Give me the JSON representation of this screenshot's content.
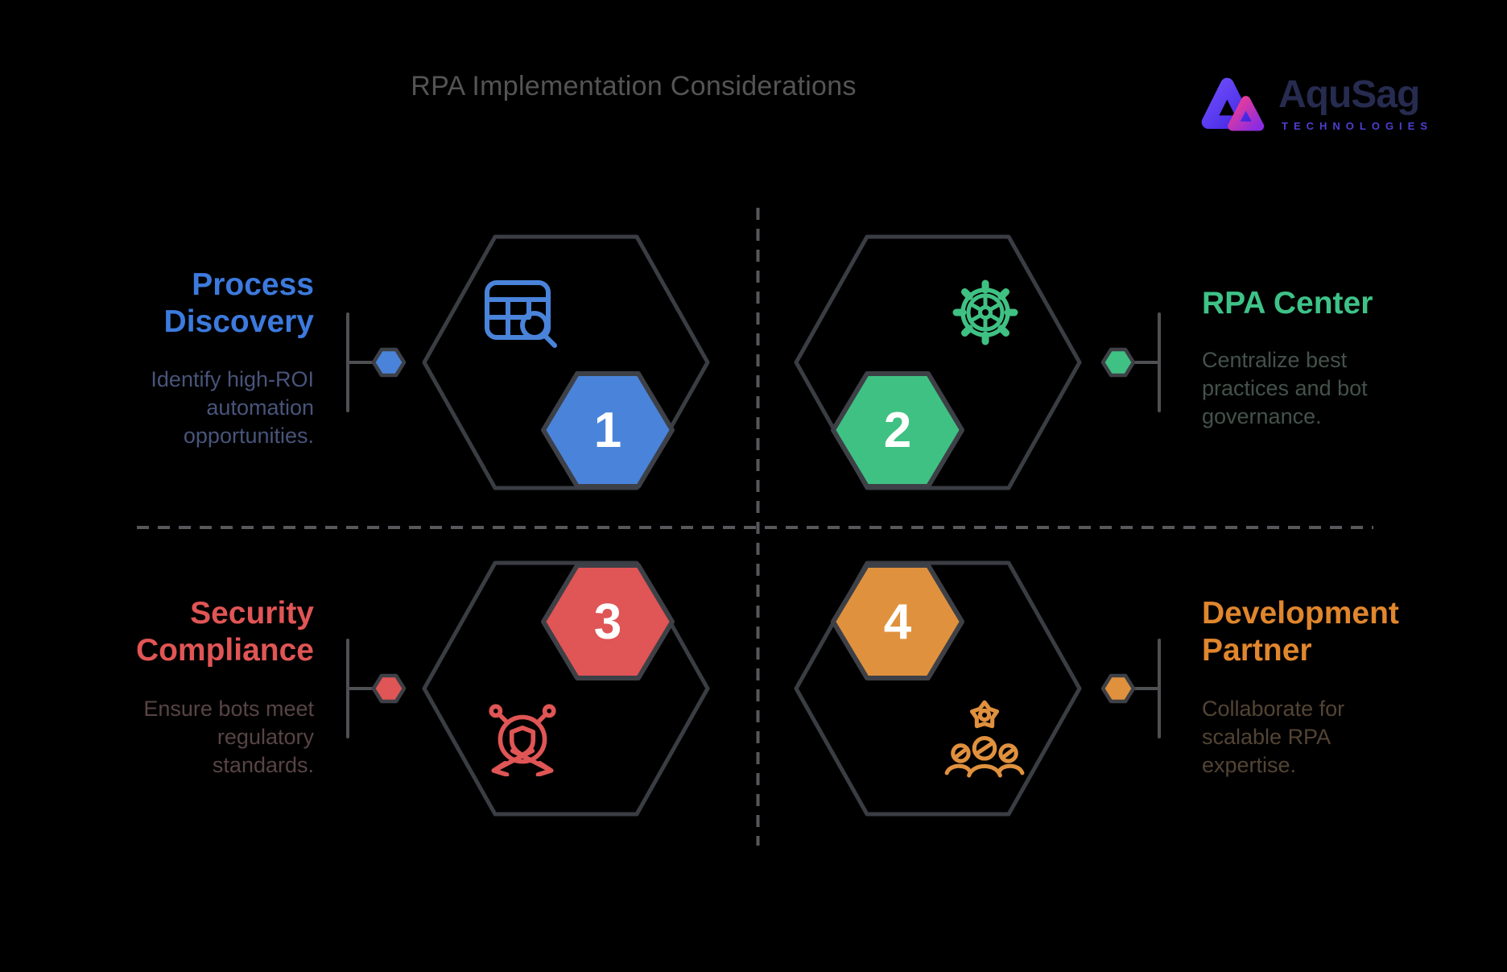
{
  "page": {
    "title": "RPA Implementation Considerations",
    "background": "#000000",
    "title_color": "#545454",
    "outline_color": "#3a3d43",
    "hex_border_color": "#3d4046",
    "bracket_color": "#4f5053",
    "dash_color": "#56585b",
    "number_color": "#ffffff"
  },
  "logo": {
    "wordmark": "AquSag",
    "subtitle": "TECHNOLOGIES",
    "wordmark_color": "#262b4f",
    "subtitle_color": "#4c3fd1",
    "mark_colors": [
      "#6d4df6",
      "#4326e0",
      "#f43f8f",
      "#8a2be2"
    ]
  },
  "quadrants": [
    {
      "number": "1",
      "title": "Process\nDiscovery",
      "description": "Identify high-ROI\nautomation\nopportunities.",
      "accent": "#4a83da",
      "title_color": "#3c7add",
      "body_color": "#48547a",
      "icon": "table-search-icon"
    },
    {
      "number": "2",
      "title": "RPA Center",
      "description": "Centralize best\npractices and bot\ngovernance.",
      "accent": "#3fc183",
      "title_color": "#3ec287",
      "body_color": "#44524b",
      "icon": "gear-icon"
    },
    {
      "number": "3",
      "title": "Security\nCompliance",
      "description": "Ensure bots meet\nregulatory\nstandards.",
      "accent": "#e05555",
      "title_color": "#e15555",
      "body_color": "#584445",
      "icon": "shield-network-icon"
    },
    {
      "number": "4",
      "title": "Development\nPartner",
      "description": "Collaborate for\nscalable RPA\nexpertise.",
      "accent": "#e0913e",
      "title_color": "#e0862d",
      "body_color": "#534434",
      "icon": "team-gear-icon"
    }
  ]
}
